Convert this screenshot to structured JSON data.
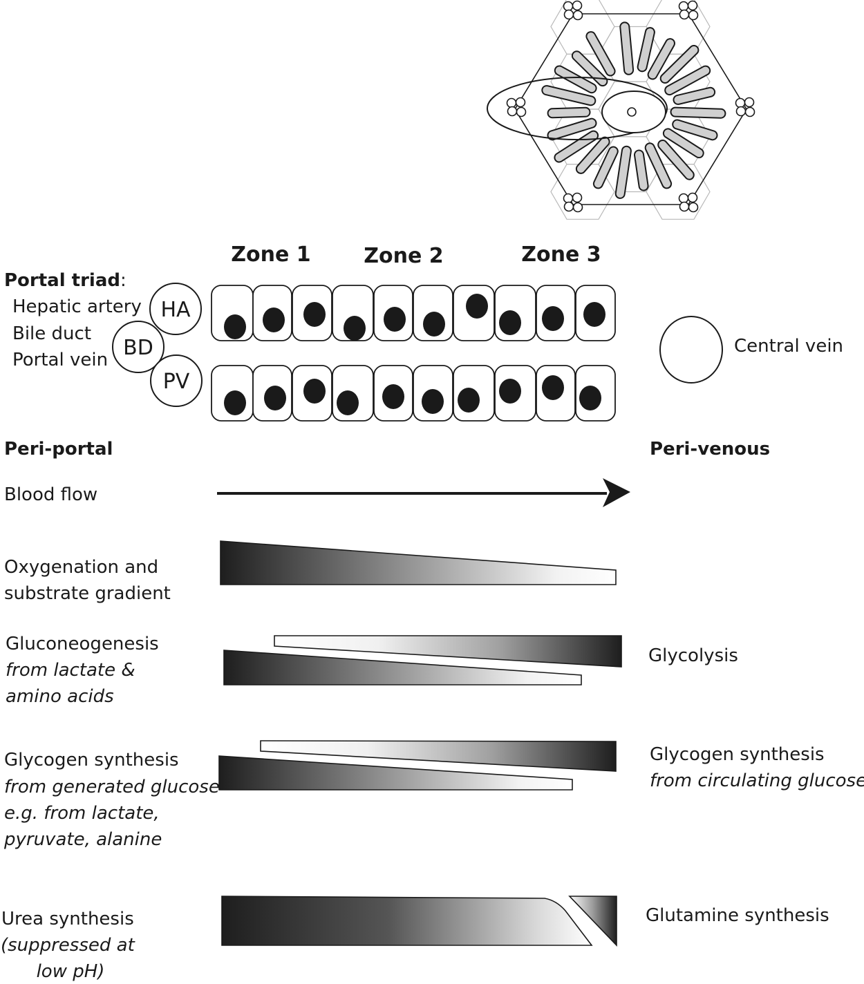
{
  "zones": [
    "Zone 1",
    "Zone 2",
    "Zone 3"
  ],
  "portal_triad": {
    "title": "Portal triad",
    "colon": ":",
    "rows": [
      {
        "name": "Hepatic artery",
        "abbr": "HA"
      },
      {
        "name": "Bile duct",
        "abbr": "BD"
      },
      {
        "name": "Portal vein",
        "abbr": "PV"
      }
    ]
  },
  "central_vein": "Central vein",
  "ends": {
    "left": "Peri-portal",
    "right": "Peri-venous"
  },
  "blood_flow": "Blood flow",
  "oxygenation": [
    "Oxygenation and",
    "substrate gradient"
  ],
  "gluconeogenesis": {
    "left": [
      "Gluconeogenesis"
    ],
    "left_italic": [
      "from lactate &",
      "amino acids"
    ],
    "right": "Glycolysis"
  },
  "glycogen": {
    "left": [
      "Glycogen synthesis"
    ],
    "left_italic": [
      "from generated glucose",
      "e.g. from lactate,",
      "pyruvate, alanine"
    ],
    "right": [
      "Glycogen synthesis"
    ],
    "right_italic": [
      "from circulating glucose"
    ]
  },
  "urea": {
    "left": [
      "Urea synthesis"
    ],
    "left_italic": [
      "(suppressed at",
      "low pH)"
    ],
    "right": "Glutamine synthesis"
  },
  "colors": {
    "dark": "#1e1e1e",
    "light": "#ffffff",
    "stroke": "#1a1a1a",
    "sinusoid": "#d0d0d0",
    "grid": "#b8b8b8"
  }
}
